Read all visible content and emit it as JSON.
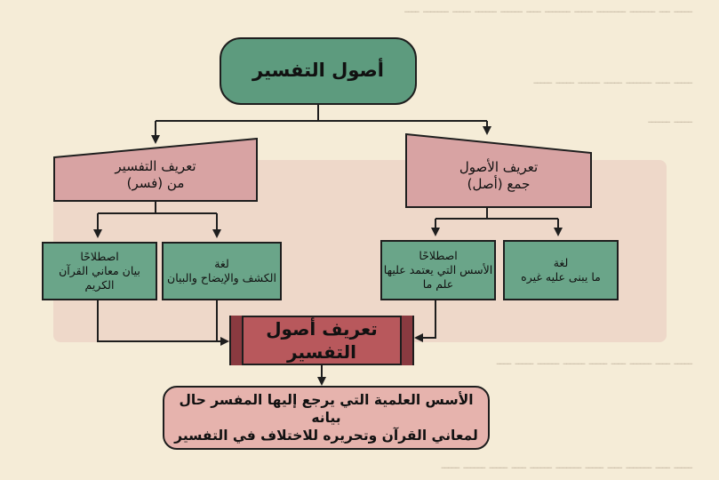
{
  "diagram": {
    "root": "أصول التفسير",
    "left_branch": {
      "title": "تعريف التفسير",
      "subtitle": "من (فسر)"
    },
    "right_branch": {
      "title": "تعريف الأصول",
      "subtitle": "جمع (أصل)"
    },
    "leaves": [
      {
        "heading": "اصطلاحًا",
        "text": "بيان معاني القرآن الكريم"
      },
      {
        "heading": "لغة",
        "text": "الكشف والإيضاح والبيان"
      },
      {
        "heading": "اصطلاحًا",
        "text": "الأسس التي يعتمد عليها علم ما"
      },
      {
        "heading": "لغة",
        "text": "ما يبنى عليه غيره"
      }
    ],
    "central": "تعريف أصول التفسير",
    "definition_line1": "الأسس العلمية التي يرجع إليها المفسر حال بيانه",
    "definition_line2": "لمعاني القرآن وتحريره للاختلاف في التفسير"
  },
  "colors": {
    "root_fill": "#5d9b7e",
    "branch_fill": "#d8a3a3",
    "leaf_fill": "#6aa589",
    "central_fill": "#b8585c",
    "definition_fill": "#e6b3ad"
  }
}
